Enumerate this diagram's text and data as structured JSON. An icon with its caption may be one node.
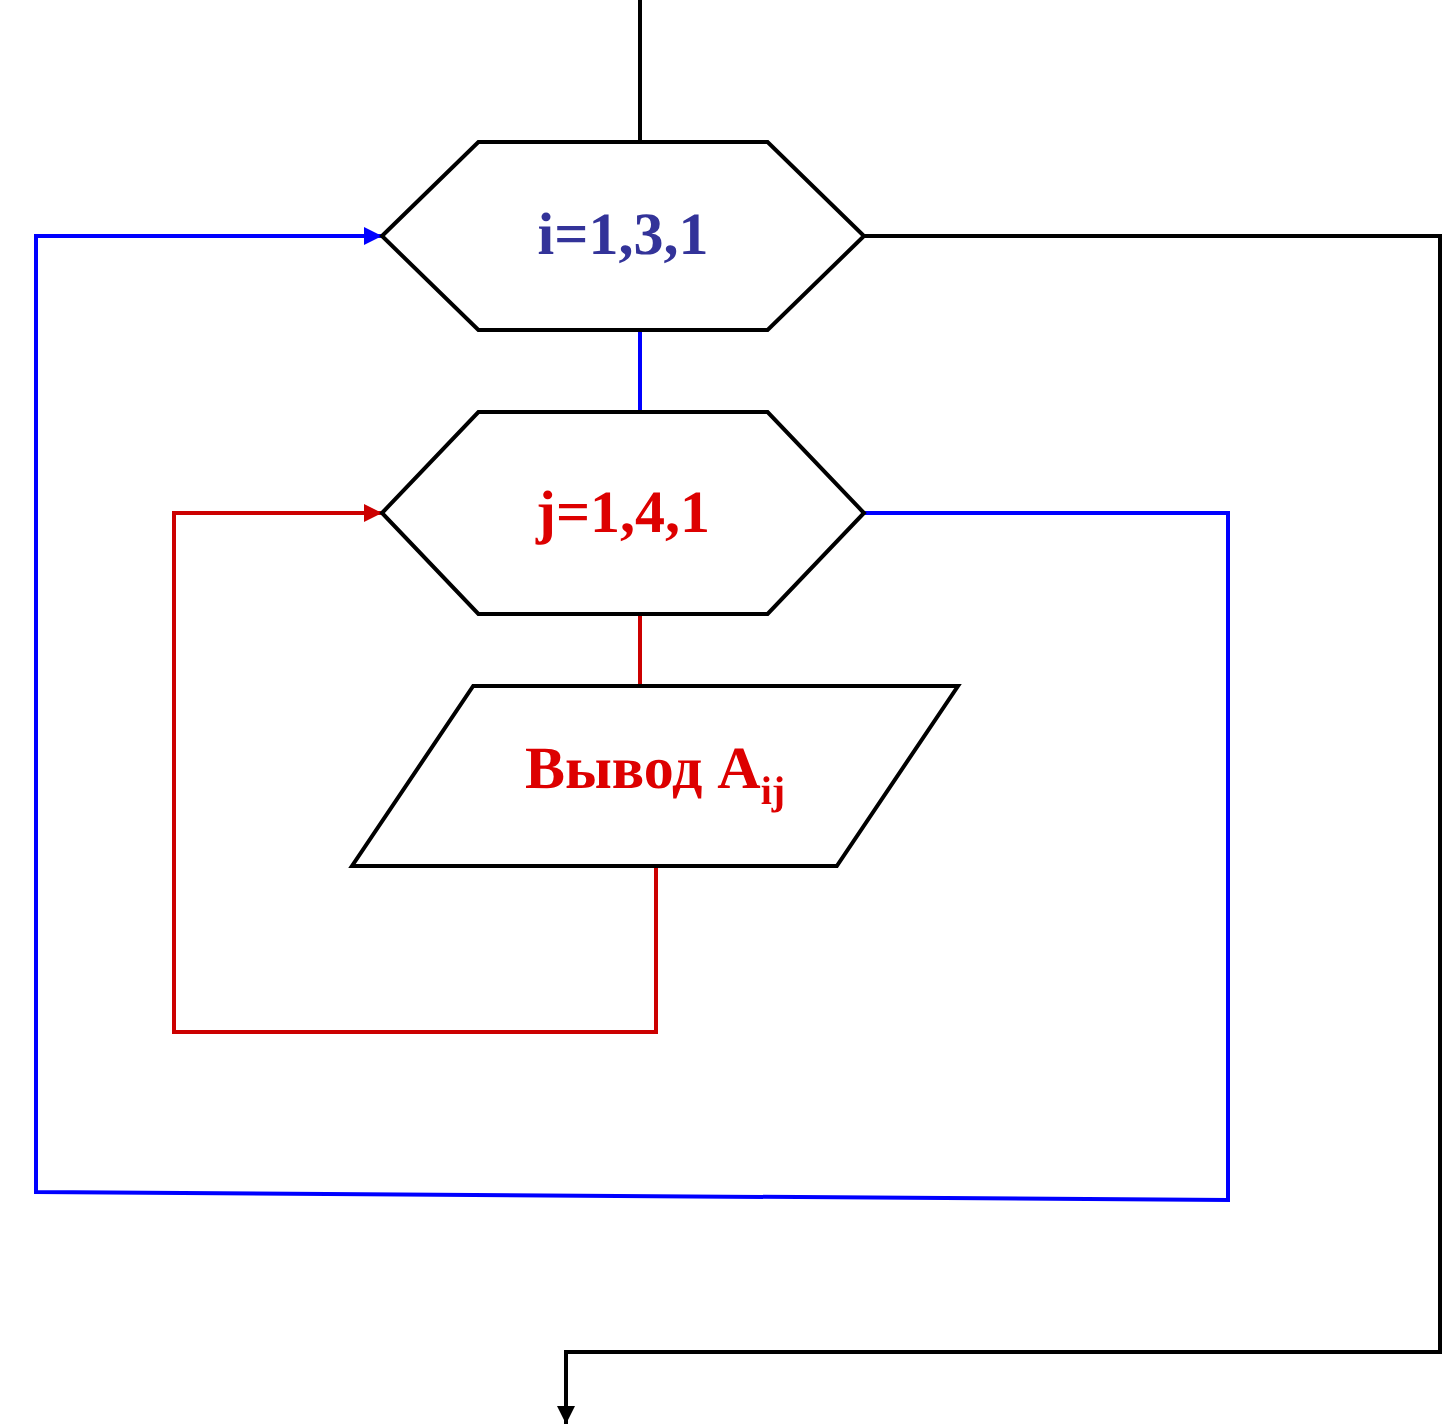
{
  "diagram": {
    "nodes": [
      {
        "text": [
          "i=1,3,1"
        ]
      },
      {
        "text": [
          "j=1,4,1"
        ]
      },
      {
        "text": [
          "Вывод A$_{ij}$"
        ]
      }
    ],
    "edges": [
      {
        "from": null,
        "to": 0,
        "arrow": "none"
      },
      {
        "from": 0,
        "to": 1,
        "arrow": "none",
        "color": "#0000ff"
      },
      {
        "from": 1,
        "to": 2,
        "arrow": "none",
        "color": "#cc0000"
      },
      {
        "from": 2,
        "to": 1,
        "arrow": "to",
        "color": "#cc0000"
      },
      {
        "from": 1,
        "to": 0,
        "arrow": "to",
        "color": "#0000ff"
      },
      {
        "from": 0,
        "to": null,
        "arrow": "to"
      }
    ]
  }
}
